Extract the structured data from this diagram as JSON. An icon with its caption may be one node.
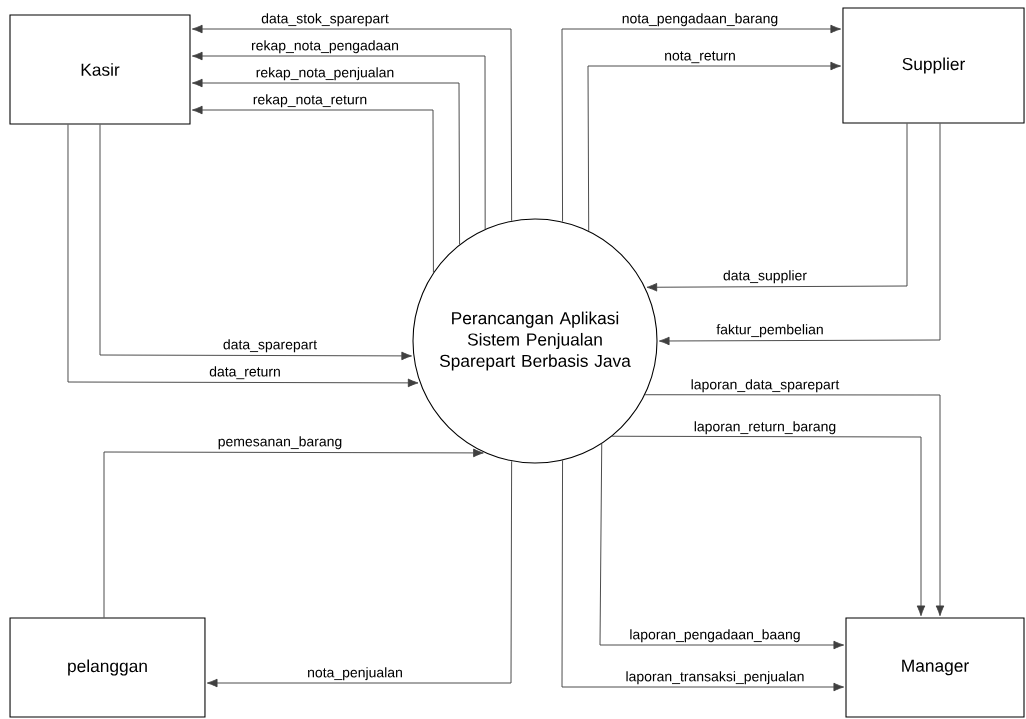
{
  "diagram": {
    "nodes": [
      {
        "text": [
          "Kasir"
        ]
      },
      {
        "text": [
          "Supplier"
        ]
      },
      {
        "text": [
          "Perancangan Aplikasi Sistem Penjualan Sparepart Berbasis Java"
        ]
      },
      {
        "text": [
          "pelanggan"
        ]
      },
      {
        "text": [
          "Manager"
        ]
      }
    ],
    "edges": [
      {
        "from": 2,
        "to": 0,
        "arrow": "to",
        "label": "data_stok_sparepart"
      },
      {
        "from": 2,
        "to": 0,
        "arrow": "to",
        "label": "rekap_nota_pengadaan"
      },
      {
        "from": 2,
        "to": 0,
        "arrow": "to",
        "label": "rekap_nota_penjualan"
      },
      {
        "from": 2,
        "to": 0,
        "arrow": "to",
        "label": "rekap_nota_return"
      },
      {
        "from": 0,
        "to": 2,
        "arrow": "to",
        "label": "data_sparepart"
      },
      {
        "from": 0,
        "to": 2,
        "arrow": "to",
        "label": "data_return"
      },
      {
        "from": 2,
        "to": 1,
        "arrow": "to",
        "label": "nota_pengadaan_barang"
      },
      {
        "from": 2,
        "to": 1,
        "arrow": "to",
        "label": "nota_return"
      },
      {
        "from": 1,
        "to": 2,
        "arrow": "to",
        "label": "data_supplier"
      },
      {
        "from": 1,
        "to": 2,
        "arrow": "to",
        "label": "faktur_pembelian"
      },
      {
        "from": 2,
        "to": 4,
        "arrow": "to",
        "label": "laporan_data_sparepart"
      },
      {
        "from": 2,
        "to": 4,
        "arrow": "to",
        "label": "laporan_return_barang"
      },
      {
        "from": 2,
        "to": 4,
        "arrow": "to",
        "label": "laporan_pengadaan_baang"
      },
      {
        "from": 2,
        "to": 4,
        "arrow": "to",
        "label": "laporan_transaksi_penjualan"
      },
      {
        "from": 3,
        "to": 2,
        "arrow": "to",
        "label": "pemesanan_barang"
      },
      {
        "from": 2,
        "to": 3,
        "arrow": "to",
        "label": "nota_penjualan"
      }
    ]
  }
}
